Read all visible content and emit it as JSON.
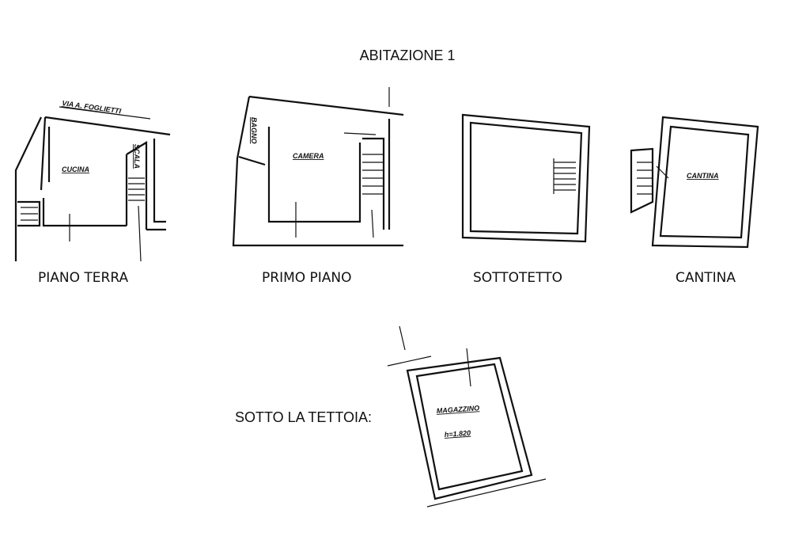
{
  "title": "ABITAZIONE 1",
  "floors": [
    {
      "caption": "PIANO TERRA",
      "street_label": "VIA A. FOGLIETTI",
      "room_labels": [
        "CUCINA",
        "SCALA"
      ]
    },
    {
      "caption": "PRIMO PIANO",
      "room_labels": [
        "CAMERA",
        "BAGNO"
      ]
    },
    {
      "caption": "SOTTOTETTO",
      "room_labels": []
    },
    {
      "caption": "CANTINA",
      "room_labels": [
        "CANTINA"
      ]
    }
  ],
  "annex": {
    "caption": "SOTTO LA TETTOIA:",
    "room_labels": [
      "MAGAZZINO",
      "h=1.820"
    ]
  }
}
